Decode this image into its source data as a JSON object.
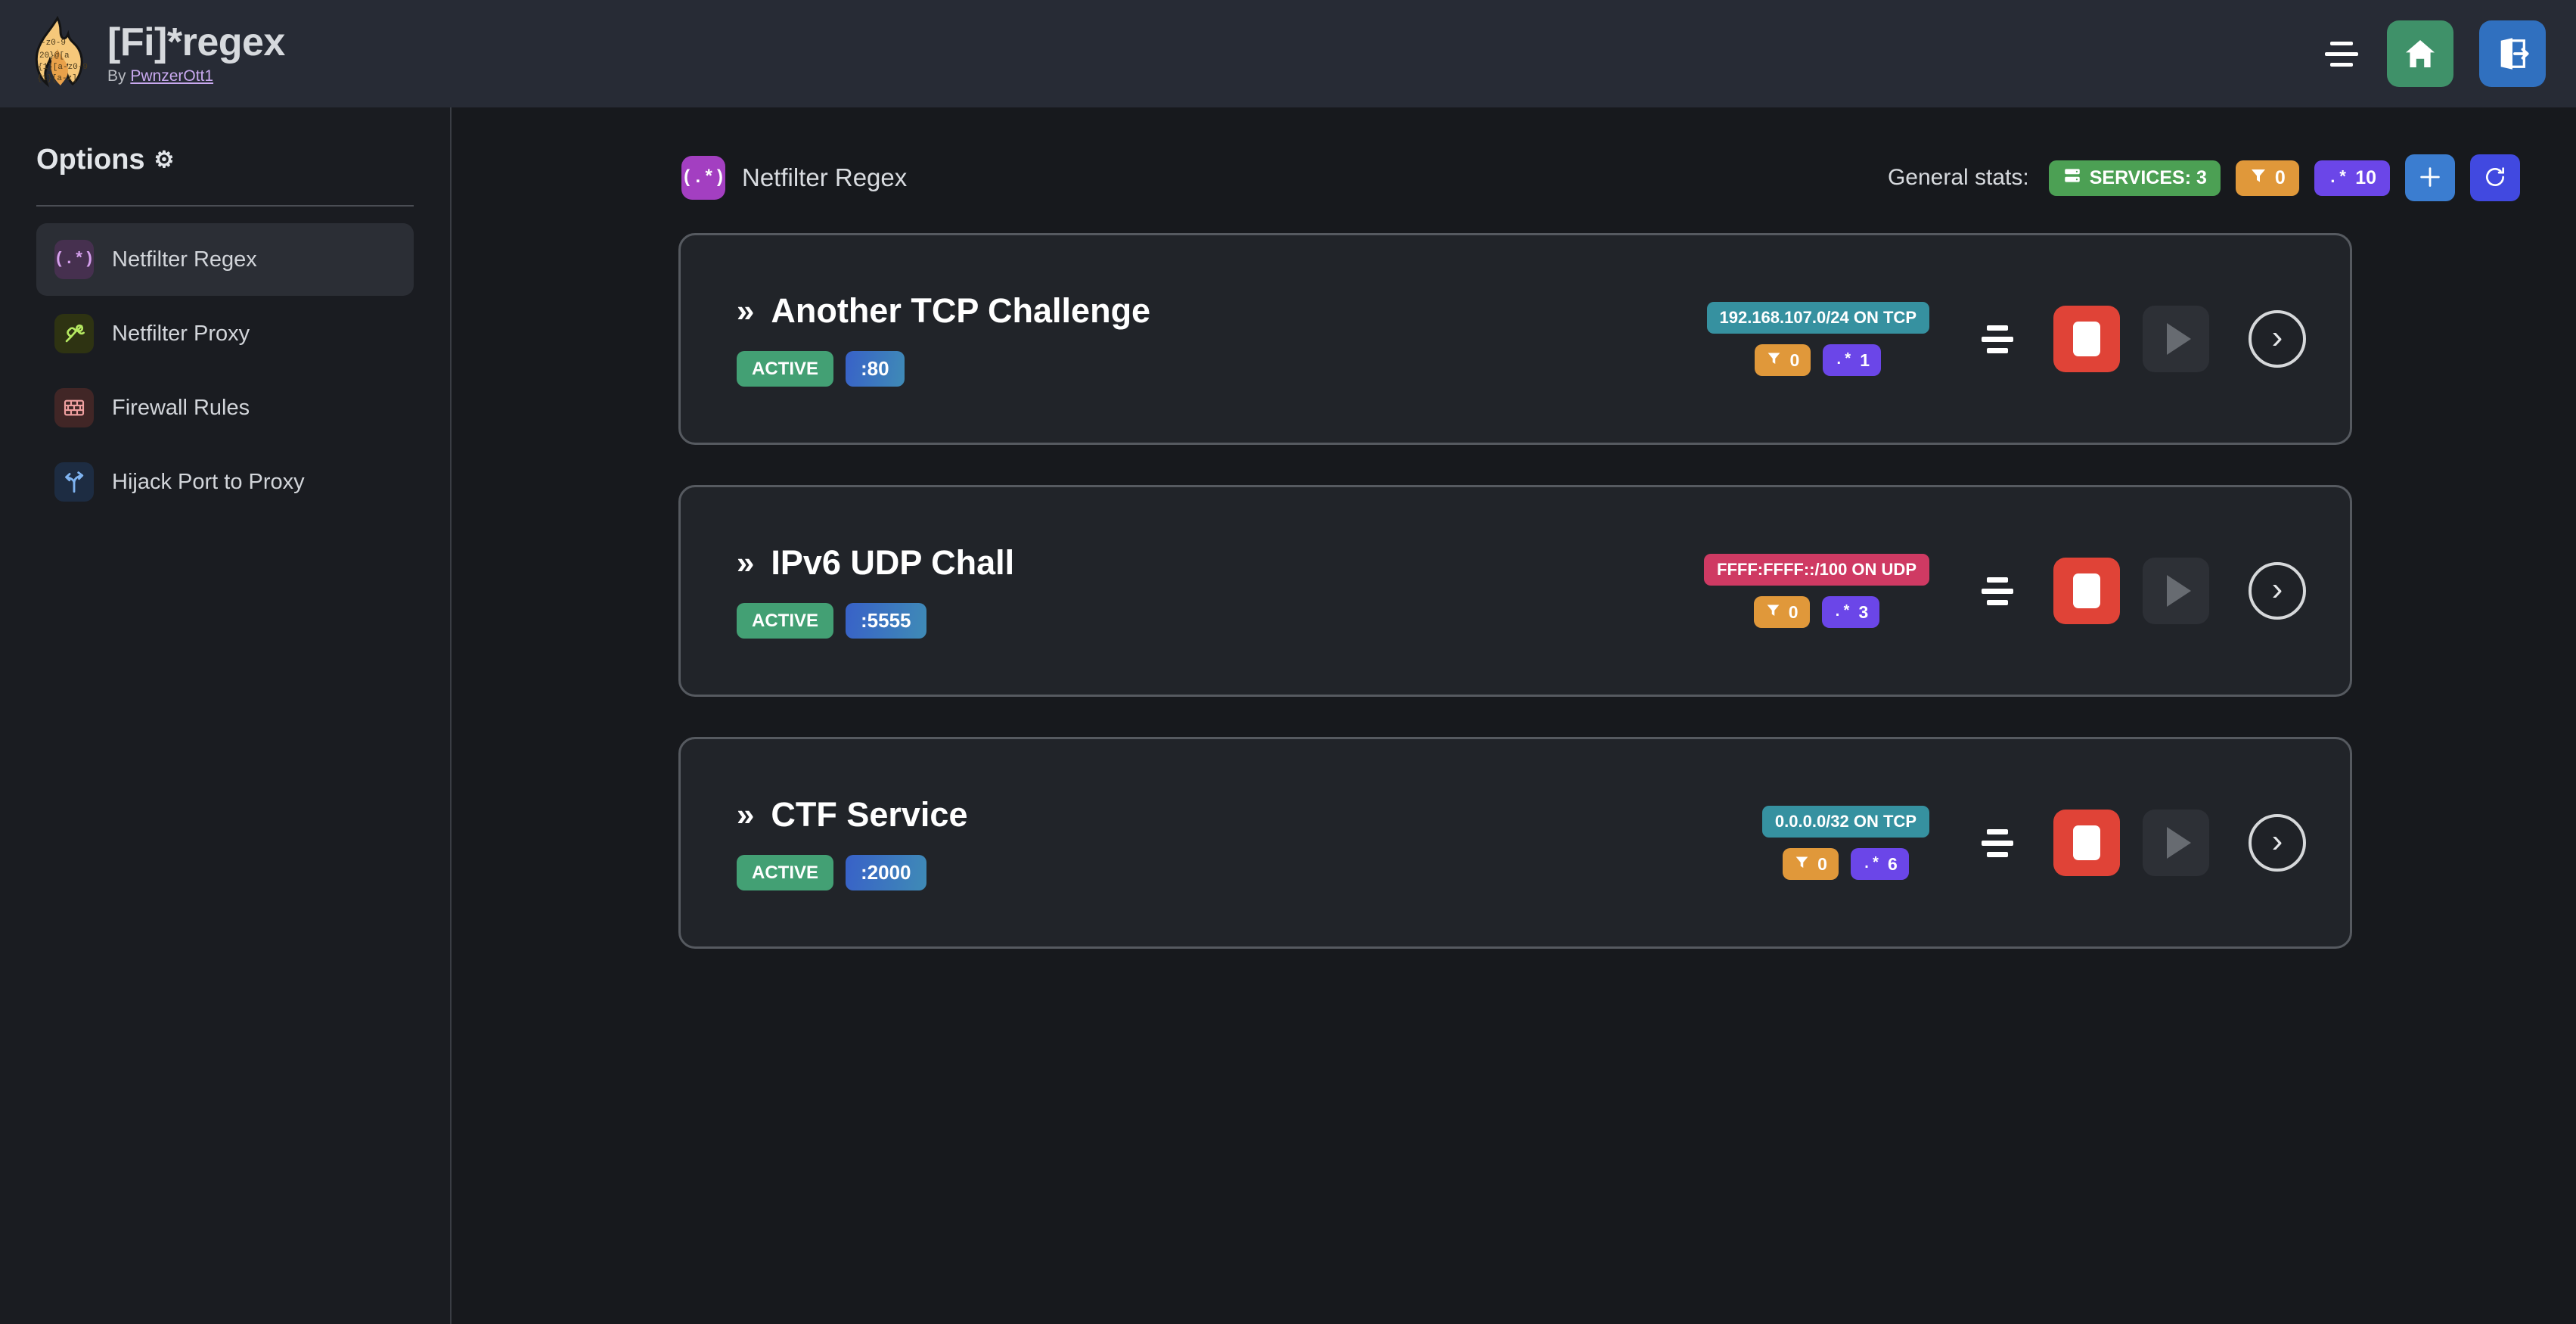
{
  "header": {
    "title": "[Fi]*regex",
    "by_prefix": "By ",
    "author": "PwnzerOtt1",
    "logo_icon": "flame-logo",
    "menu_icon": "hamburger-icon",
    "home_icon": "home-icon",
    "logout_icon": "logout-icon",
    "home_color": "#3f9169",
    "logout_color": "#3070bf"
  },
  "sidebar": {
    "title": "Options",
    "gear_icon": "⚙",
    "items": [
      {
        "label": "Netfilter Regex",
        "icon": "regex-icon",
        "glyph": "(.*)",
        "active": true
      },
      {
        "label": "Netfilter Proxy",
        "icon": "proxy-icon",
        "glyph": "",
        "active": false
      },
      {
        "label": "Firewall Rules",
        "icon": "brick-icon",
        "glyph": "",
        "active": false
      },
      {
        "label": "Hijack Port to Proxy",
        "icon": "fork-icon",
        "glyph": "",
        "active": false
      }
    ]
  },
  "main": {
    "page_icon_glyph": "(.*)",
    "page_title": "Netfilter Regex",
    "stats_label": "General stats:",
    "stats": [
      {
        "name": "services-badge",
        "icon": "server-icon",
        "text": "SERVICES: 3",
        "color": "#4ca054"
      },
      {
        "name": "filters-badge",
        "icon": "filter-icon",
        "text": "0",
        "color": "#e0983a"
      },
      {
        "name": "regexes-badge",
        "icon": "regex-icon",
        "text": "10",
        "color": "#6b46e8"
      }
    ],
    "add_button_icon": "plus-icon",
    "refresh_button_icon": "refresh-icon"
  },
  "services": [
    {
      "name": "Another TCP Challenge",
      "chevron": "»",
      "status": "ACTIVE",
      "port": ":80",
      "network": "192.168.107.0/24 ON TCP",
      "network_color": "#3691a0",
      "filters": "0",
      "regexes": "1",
      "menu_icon": "sliders-icon",
      "stop_icon": "stop-icon",
      "play_icon": "play-icon",
      "detail_icon": "chevron-right-icon"
    },
    {
      "name": "IPv6 UDP Chall",
      "chevron": "»",
      "status": "ACTIVE",
      "port": ":5555",
      "network": "FFFF:FFFF::/100 ON UDP",
      "network_color": "#cf3a63",
      "filters": "0",
      "regexes": "3",
      "menu_icon": "sliders-icon",
      "stop_icon": "stop-icon",
      "play_icon": "play-icon",
      "detail_icon": "chevron-right-icon"
    },
    {
      "name": "CTF Service",
      "chevron": "»",
      "status": "ACTIVE",
      "port": ":2000",
      "network": "0.0.0.0/32 ON TCP",
      "network_color": "#3691a0",
      "filters": "0",
      "regexes": "6",
      "menu_icon": "sliders-icon",
      "stop_icon": "stop-icon",
      "play_icon": "play-icon",
      "detail_icon": "chevron-right-icon"
    }
  ]
}
